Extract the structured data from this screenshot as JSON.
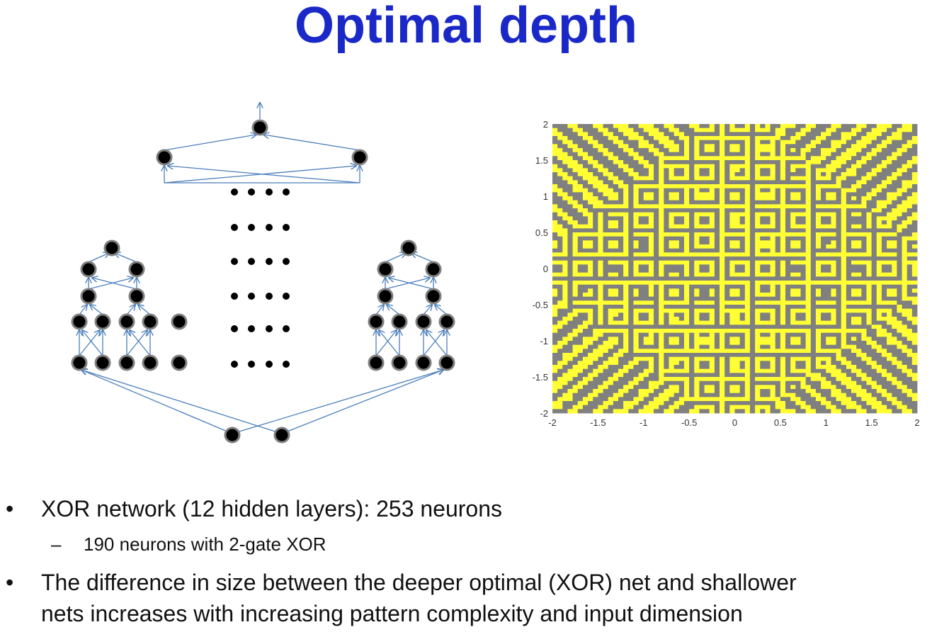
{
  "title": "Optimal depth",
  "plot": {
    "x_ticks": [
      "-2",
      "-1.5",
      "-1",
      "-0.5",
      "0",
      "0.5",
      "1",
      "1.5",
      "2"
    ],
    "y_ticks": [
      "2",
      "1.5",
      "1",
      "0.5",
      "0",
      "-0.5",
      "-1",
      "-1.5",
      "-2"
    ],
    "colors": {
      "a": "#ffff33",
      "b": "#808080"
    }
  },
  "diagram": {
    "colors": {
      "edge": "#4a7ebb",
      "node_fill": "#000000",
      "node_ring": "#7f7f7f"
    }
  },
  "bullets": [
    {
      "text": "XOR network (12 hidden layers): 253 neurons",
      "sub": [
        "190 neurons with 2-gate XOR"
      ]
    },
    {
      "text": "The difference in size between the deeper optimal (XOR) net and shallower",
      "text2": "nets increases with increasing pattern complexity and input dimension"
    }
  ],
  "bullet_glyph": "•",
  "dash_glyph": "–"
}
